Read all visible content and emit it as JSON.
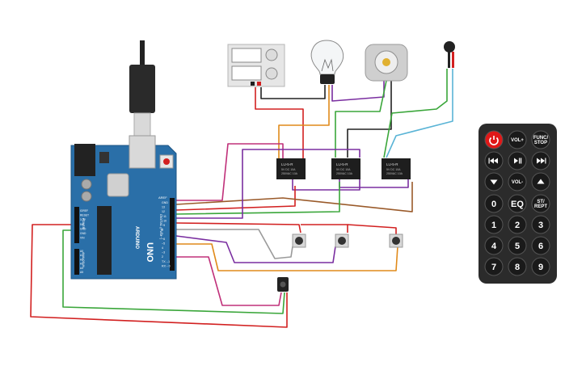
{
  "arduino": {
    "brand": "ARDUINO",
    "model": "UNO",
    "pin_header_top": "AREF",
    "pins_digital": [
      "GND",
      "13",
      "12",
      "~11",
      "~10",
      "~9",
      "8",
      "7",
      "~6",
      "~5",
      "4",
      "~3",
      "2",
      "TX→1",
      "RX←0"
    ],
    "power_labels": [
      "IOREF",
      "RESET",
      "3.3V",
      "5V",
      "GND",
      "GND",
      "VIN"
    ],
    "analog_labels": [
      "A0",
      "A1",
      "A2",
      "A3",
      "A4",
      "A5"
    ],
    "digital_header": "DIGITAL (PWM~)",
    "power_header": "POWER",
    "analog_header": "ANALOG IN"
  },
  "relays": [
    {
      "text": "LU-5-R",
      "sub1": "5V DC 10A",
      "sub2": "250VAC 10A"
    },
    {
      "text": "LU-5-R",
      "sub1": "5V DC 10A",
      "sub2": "250VAC 10A"
    },
    {
      "text": "LU-5-R",
      "sub1": "5V DC 10A",
      "sub2": "250VAC 10A"
    }
  ],
  "remote": {
    "buttons": [
      {
        "label": "power",
        "icon": "power-icon",
        "kind": "power"
      },
      {
        "label": "VOL+",
        "kind": "text"
      },
      {
        "label": "FUNC/ STOP",
        "kind": "text"
      },
      {
        "label": "rewind",
        "icon": "rewind-icon",
        "kind": "icon"
      },
      {
        "label": "play-pause",
        "icon": "play-pause-icon",
        "kind": "icon"
      },
      {
        "label": "fast-forward",
        "icon": "fast-forward-icon",
        "kind": "icon"
      },
      {
        "label": "down",
        "icon": "down-arrow-icon",
        "kind": "icon"
      },
      {
        "label": "VOL-",
        "kind": "text"
      },
      {
        "label": "up",
        "icon": "up-arrow-icon",
        "kind": "icon"
      },
      {
        "label": "0",
        "kind": "text"
      },
      {
        "label": "EQ",
        "kind": "text"
      },
      {
        "label": "ST/ REPT",
        "kind": "text"
      },
      {
        "label": "1",
        "kind": "text"
      },
      {
        "label": "2",
        "kind": "text"
      },
      {
        "label": "3",
        "kind": "text"
      },
      {
        "label": "4",
        "kind": "text"
      },
      {
        "label": "5",
        "kind": "text"
      },
      {
        "label": "6",
        "kind": "text"
      },
      {
        "label": "7",
        "kind": "text"
      },
      {
        "label": "8",
        "kind": "text"
      },
      {
        "label": "9",
        "kind": "text"
      }
    ]
  },
  "colors": {
    "board": "#2a6fa8",
    "wire_red": "#d22020",
    "wire_orange": "#e08a1a",
    "wire_purple": "#7a2ea0",
    "wire_green": "#3aa63a",
    "wire_brown": "#9a5a2a",
    "wire_magenta": "#c0307a",
    "wire_gray": "#9a9a9a",
    "wire_black": "#222222",
    "wire_cyan": "#5ab4d6",
    "remote_body": "#2b2b2b",
    "remote_power": "#e01818"
  }
}
